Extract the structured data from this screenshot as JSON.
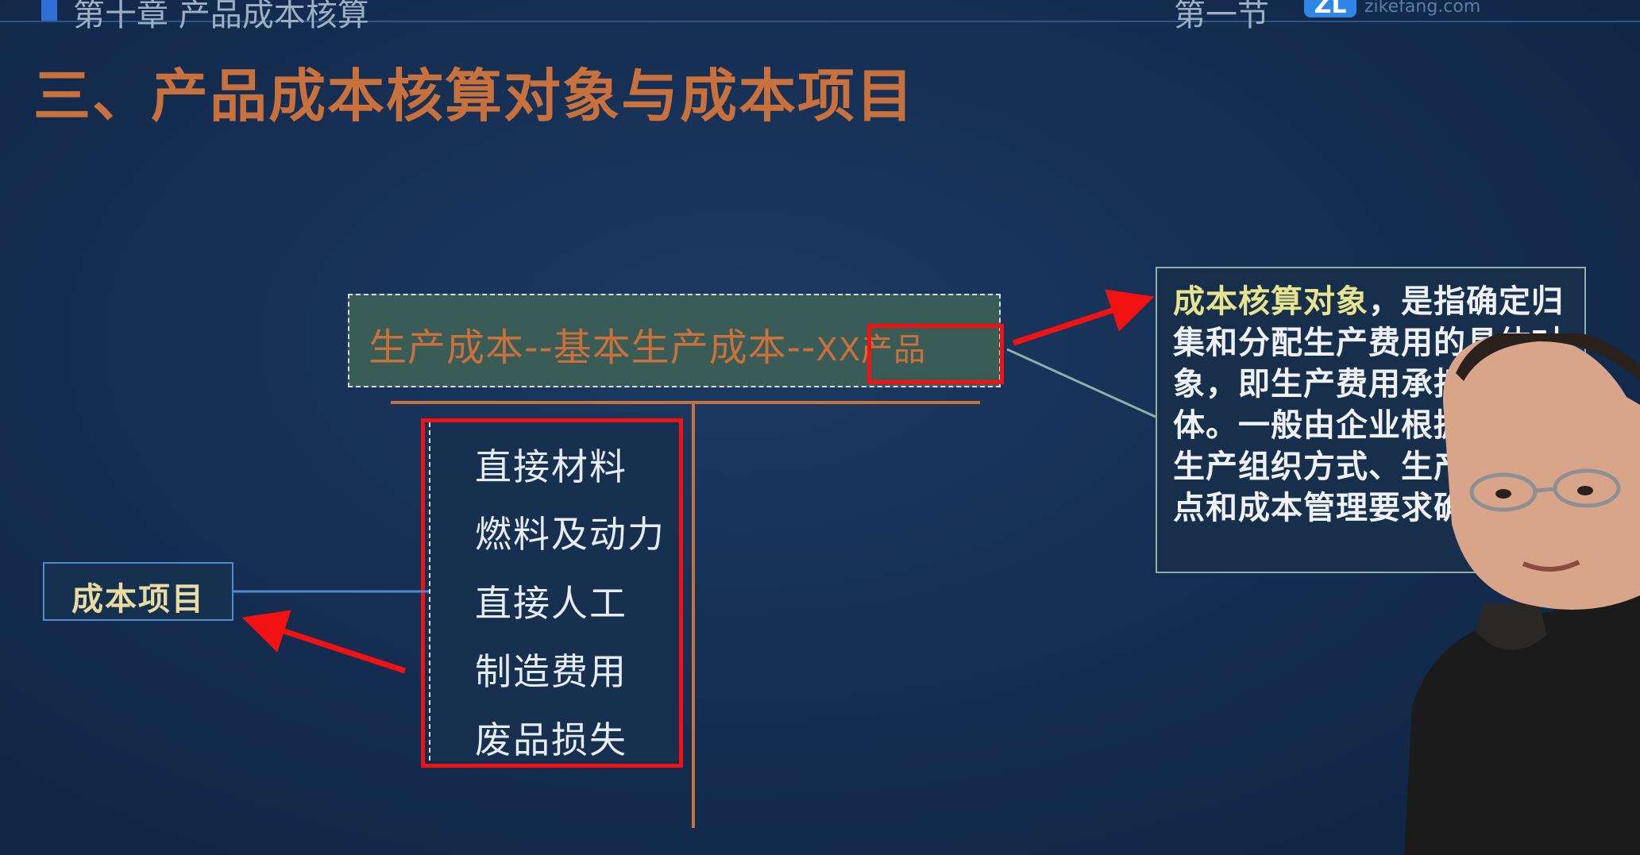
{
  "header": {
    "chapter": "第十章 产品成本核算",
    "section": "第一节",
    "logo_text": "ZL",
    "logo_domain": "zikefang.com"
  },
  "title": "三、产品成本核算对象与成本项目",
  "account": {
    "part1": "生产成本--基本生产成本--",
    "part2": "XX产品"
  },
  "cost_items_label": "成本项目",
  "items": [
    "直接材料",
    "燃料及动力",
    "直接人工",
    "制造费用",
    "废品损失"
  ],
  "definition": {
    "term": "成本核算对象",
    "body": "，是指确定归集和分配生产费用的具体对象，即生产费用承担的客体。一般由企业根据自身的生产组织方式、生产工艺特点和成本管理要求确定。"
  },
  "colors": {
    "background": "#142c4f",
    "title": "#c9713d",
    "highlight_red": "#f31212",
    "term_yellow": "#e7e48f"
  }
}
